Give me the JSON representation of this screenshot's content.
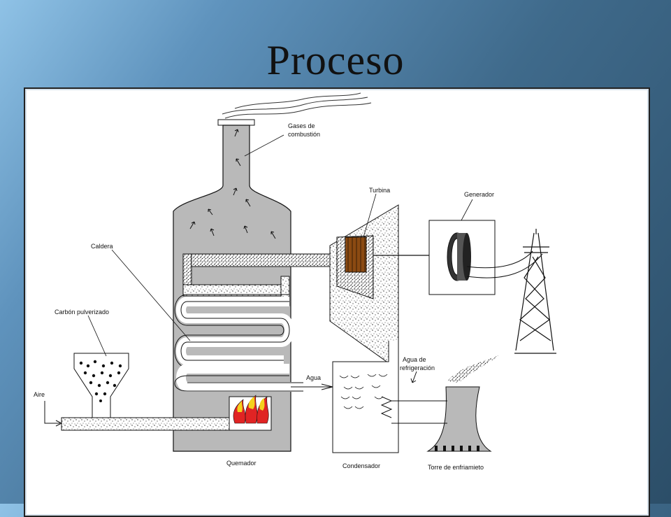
{
  "title": "Proceso",
  "labels": {
    "gases_line1": "Gases de",
    "gases_line2": "combustión",
    "turbina": "Turbina",
    "generador": "Generador",
    "caldera": "Caldera",
    "carbon": "Carbón pulverizado",
    "aire": "Aire",
    "agua": "Agua",
    "refrig_line1": "Agua de",
    "refrig_line2": "refrigeración",
    "quemador": "Quemador",
    "condensador": "Condensador",
    "torre": "Torre de enfriamieto"
  },
  "colors": {
    "boiler_fill": "#b9b9b9",
    "frame_bg": "#ffffff",
    "line": "#111111",
    "turbine_wood": "#8b4a12",
    "flame_red": "#e02424",
    "flame_yellow": "#f4d21c"
  },
  "icons": [
    "chimney-smoke-icon",
    "tower-pylon-icon",
    "generator-icon",
    "flame-icon"
  ]
}
